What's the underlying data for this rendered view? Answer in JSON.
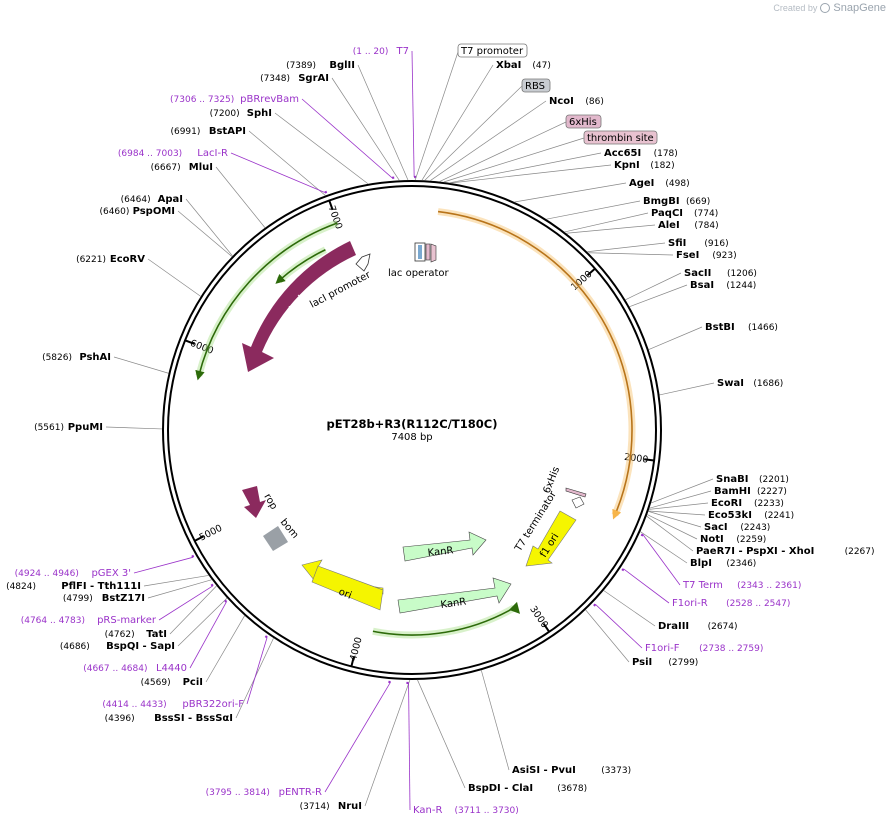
{
  "credit": {
    "prefix": "Created by",
    "brand": "SnapGene"
  },
  "plasmid": {
    "name": "pET28b+R3(R112C/T180C)",
    "length_label": "7408 bp",
    "length": 7408
  },
  "ticks": [
    {
      "bp": 1000,
      "label": "1000"
    },
    {
      "bp": 2000,
      "label": "2000"
    },
    {
      "bp": 3000,
      "label": "3000"
    },
    {
      "bp": 4000,
      "label": "4000"
    },
    {
      "bp": 5000,
      "label": "5000"
    },
    {
      "bp": 6000,
      "label": "6000"
    },
    {
      "bp": 7000,
      "label": "7000"
    }
  ],
  "colors": {
    "purple": "#9a33c9",
    "lacI": "#8b2a5e",
    "yellow": "#f5f500",
    "kanr": "#c8fcc8",
    "orange": "#f7b54a",
    "green": "#2d6a0a",
    "rop": "#8b2a5e",
    "bom": "#9aa0a6",
    "rbs": "#c8ccd1",
    "his": "#e2b8cc",
    "thrombin": "#e8c2d0"
  },
  "sites_right": [
    {
      "name": "XbaI",
      "num": "(47)",
      "bp": 47
    },
    {
      "name": "NcoI",
      "num": "(86)",
      "bp": 86
    },
    {
      "name": "Acc65I",
      "num": "(178)",
      "bp": 178
    },
    {
      "name": "KpnI",
      "num": "(182)",
      "bp": 182
    },
    {
      "name": "AgeI",
      "num": "(498)",
      "bp": 498
    },
    {
      "name": "BmgBI",
      "num": "(669)",
      "bp": 669
    },
    {
      "name": "PaqCI",
      "num": "(774)",
      "bp": 774
    },
    {
      "name": "AleI",
      "num": "(784)",
      "bp": 784
    },
    {
      "name": "SfiI",
      "num": "(916)",
      "bp": 916
    },
    {
      "name": "FseI",
      "num": "(923)",
      "bp": 923
    },
    {
      "name": "SacII",
      "num": "(1206)",
      "bp": 1206
    },
    {
      "name": "BsaI",
      "num": "(1244)",
      "bp": 1244
    },
    {
      "name": "BstBI",
      "num": "(1466)",
      "bp": 1466
    },
    {
      "name": "SwaI",
      "num": "(1686)",
      "bp": 1686
    },
    {
      "name": "SnaBI",
      "num": "(2201)",
      "bp": 2201
    },
    {
      "name": "BamHI",
      "num": "(2227)",
      "bp": 2227
    },
    {
      "name": "EcoRI",
      "num": "(2233)",
      "bp": 2233
    },
    {
      "name": "Eco53kI",
      "num": "(2241)",
      "bp": 2241
    },
    {
      "name": "SacI",
      "num": "(2243)",
      "bp": 2243
    },
    {
      "name": "NotI",
      "num": "(2259)",
      "bp": 2259
    },
    {
      "name": "PaeR7I - PspXI - XhoI",
      "num": "(2267)",
      "bp": 2267
    },
    {
      "name": "BlpI",
      "num": "(2346)",
      "bp": 2346
    },
    {
      "name": "DraIII",
      "num": "(2674)",
      "bp": 2674
    },
    {
      "name": "PsiI",
      "num": "(2799)",
      "bp": 2799
    },
    {
      "name": "AsiSI - PvuI",
      "num": "(3373)",
      "bp": 3373
    },
    {
      "name": "BspDI - ClaI",
      "num": "(3678)",
      "bp": 3678
    }
  ],
  "sites_left": [
    {
      "name": "BglII",
      "num": "(7389)",
      "bp": 7389
    },
    {
      "name": "SgrAI",
      "num": "(7348)",
      "bp": 7348
    },
    {
      "name": "SphI",
      "num": "(7200)",
      "bp": 7200
    },
    {
      "name": "BstAPI",
      "num": "(6991)",
      "bp": 6991
    },
    {
      "name": "MluI",
      "num": "(6667)",
      "bp": 6667
    },
    {
      "name": "ApaI",
      "num": "(6464)",
      "bp": 6464
    },
    {
      "name": "PspOMI",
      "num": "(6460)",
      "bp": 6460
    },
    {
      "name": "EcoRV",
      "num": "(6221)",
      "bp": 6221
    },
    {
      "name": "PshAI",
      "num": "(5826)",
      "bp": 5826
    },
    {
      "name": "PpuMI",
      "num": "(5561)",
      "bp": 5561
    },
    {
      "name": "PflFI - Tth111I",
      "num": "(4824)",
      "bp": 4824
    },
    {
      "name": "BstZ17I",
      "num": "(4799)",
      "bp": 4799
    },
    {
      "name": "TatI",
      "num": "(4762)",
      "bp": 4762
    },
    {
      "name": "BspQI - SapI",
      "num": "(4686)",
      "bp": 4686
    },
    {
      "name": "PciI",
      "num": "(4569)",
      "bp": 4569
    },
    {
      "name": "BssSI - BssSαI",
      "num": "(4396)",
      "bp": 4396
    },
    {
      "name": "NruI",
      "num": "(3714)",
      "bp": 3714
    }
  ],
  "primers": [
    {
      "name": "T7",
      "range": "(1 .. 20)",
      "bp": 10
    },
    {
      "name": "pBRrevBam",
      "range": "(7306 .. 7325)",
      "bp": 7315
    },
    {
      "name": "LacI-R",
      "range": "(6984 .. 7003)",
      "bp": 6993
    },
    {
      "name": "T7 Term",
      "range": "(2343 .. 2361)",
      "bp": 2352
    },
    {
      "name": "F1ori-R",
      "range": "(2528 .. 2547)",
      "bp": 2537
    },
    {
      "name": "F1ori-F",
      "range": "(2738 .. 2759)",
      "bp": 2748
    },
    {
      "name": "pGEX 3'",
      "range": "(4924 .. 4946)",
      "bp": 4935
    },
    {
      "name": "pRS-marker",
      "range": "(4764 .. 4783)",
      "bp": 4773
    },
    {
      "name": "L4440",
      "range": "(4667 .. 4684)",
      "bp": 4675
    },
    {
      "name": "pBR322ori-F",
      "range": "(4414 .. 4433)",
      "bp": 4423
    },
    {
      "name": "pENTR-R",
      "range": "(3795 .. 3814)",
      "bp": 3804
    },
    {
      "name": "Kan-R",
      "range": "(3711 .. 3730)",
      "bp": 3720
    }
  ],
  "features": {
    "t7_promoter": "T7 promoter",
    "rbs": "RBS",
    "his6": "6xHis",
    "thrombin": "thrombin site",
    "lacI": "lacI",
    "lacI_promoter": "lacI promoter",
    "lac_operator": "lac operator",
    "rop": "rop",
    "bom": "bom",
    "kanr": "KanR",
    "ori": "ori",
    "f1_ori": "f1 ori",
    "t7_terminator": "T7 terminator",
    "his6_inner": "6xHis"
  }
}
